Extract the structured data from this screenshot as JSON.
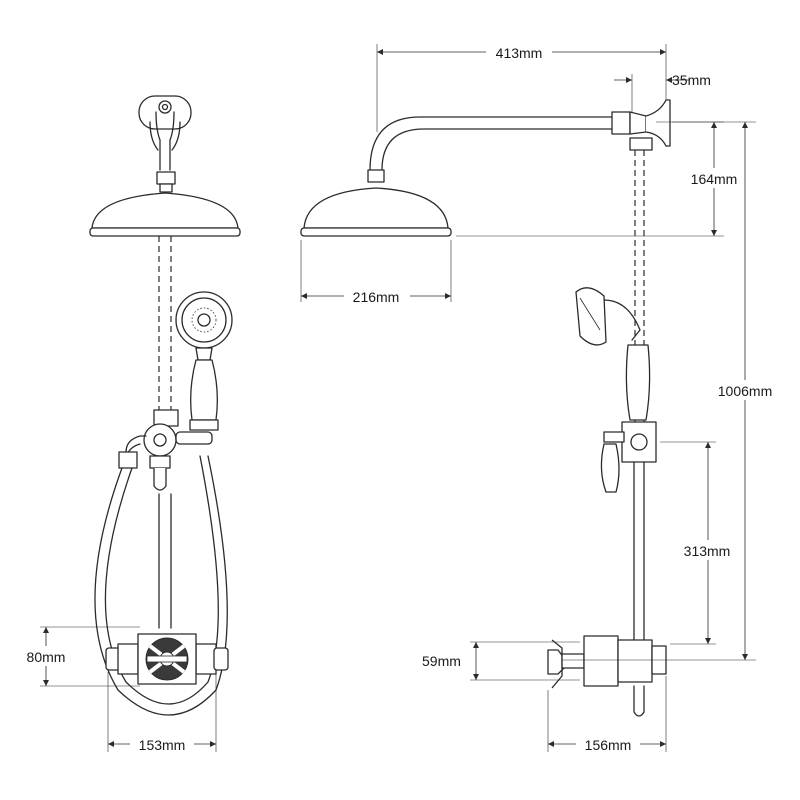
{
  "dimensions": {
    "arm_projection": "413mm",
    "wall_flange_depth": "35mm",
    "drop_to_rose": "164mm",
    "overall_height": "1006mm",
    "rose_diameter": "216mm",
    "valve_to_handset_holder": "313mm",
    "valve_height_side": "59mm",
    "valve_height_front": "80mm",
    "valve_width_front": "153mm",
    "valve_depth_side": "156mm"
  },
  "colors": {
    "line": "#2b2b2b",
    "background": "#ffffff"
  }
}
